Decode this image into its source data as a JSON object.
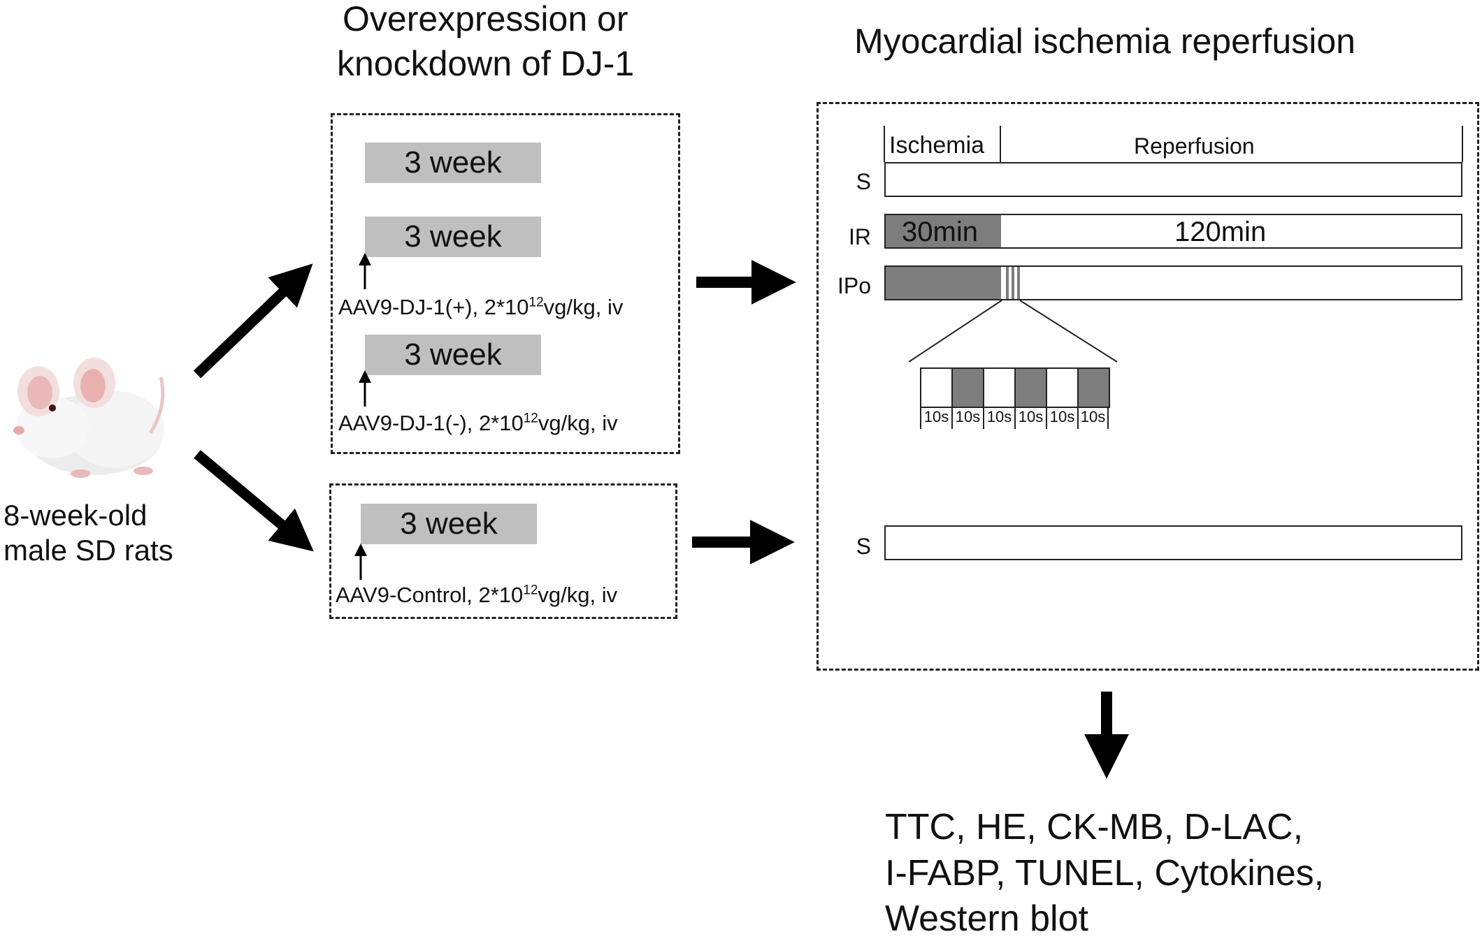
{
  "headings": {
    "overexpression_line1": "Overexpression or",
    "overexpression_line2": "knockdown of DJ-1",
    "myocardial": "Myocardial ischemia reperfusion"
  },
  "subject": {
    "line1": "8-week-old",
    "line2": "male SD rats"
  },
  "groups": {
    "bar_label": "3 week",
    "injection_dj1_plus": {
      "prefix": "AAV9-DJ-1(+), 2*10",
      "exp": "12",
      "suffix": "vg/kg, iv"
    },
    "injection_dj1_minus": {
      "prefix": "AAV9-DJ-1(-), 2*10",
      "exp": "12",
      "suffix": "vg/kg, iv"
    },
    "injection_control": {
      "prefix": "AAV9-Control, 2*10",
      "exp": "12",
      "suffix": "vg/kg, iv"
    }
  },
  "protocol": {
    "phase_ischemia": "Ischemia",
    "phase_reperfusion": "Reperfusion",
    "row_s": "S",
    "row_ir": "IR",
    "row_ipo": "IPo",
    "ischemia_duration": "30min",
    "reperfusion_duration": "120min",
    "cycle_label": "10s",
    "cycle_pattern": [
      "reperfusion",
      "ischemia",
      "reperfusion",
      "ischemia",
      "reperfusion",
      "ischemia"
    ],
    "colors": {
      "ischemia": "#7d7d7d",
      "reperfusion": "#ffffff",
      "week_bar": "#bfbfbf"
    }
  },
  "outcomes": {
    "line1": "TTC, HE, CK-MB, D-LAC,",
    "line2": "I-FABP, TUNEL, Cytokines,",
    "line3": "Western blot"
  }
}
